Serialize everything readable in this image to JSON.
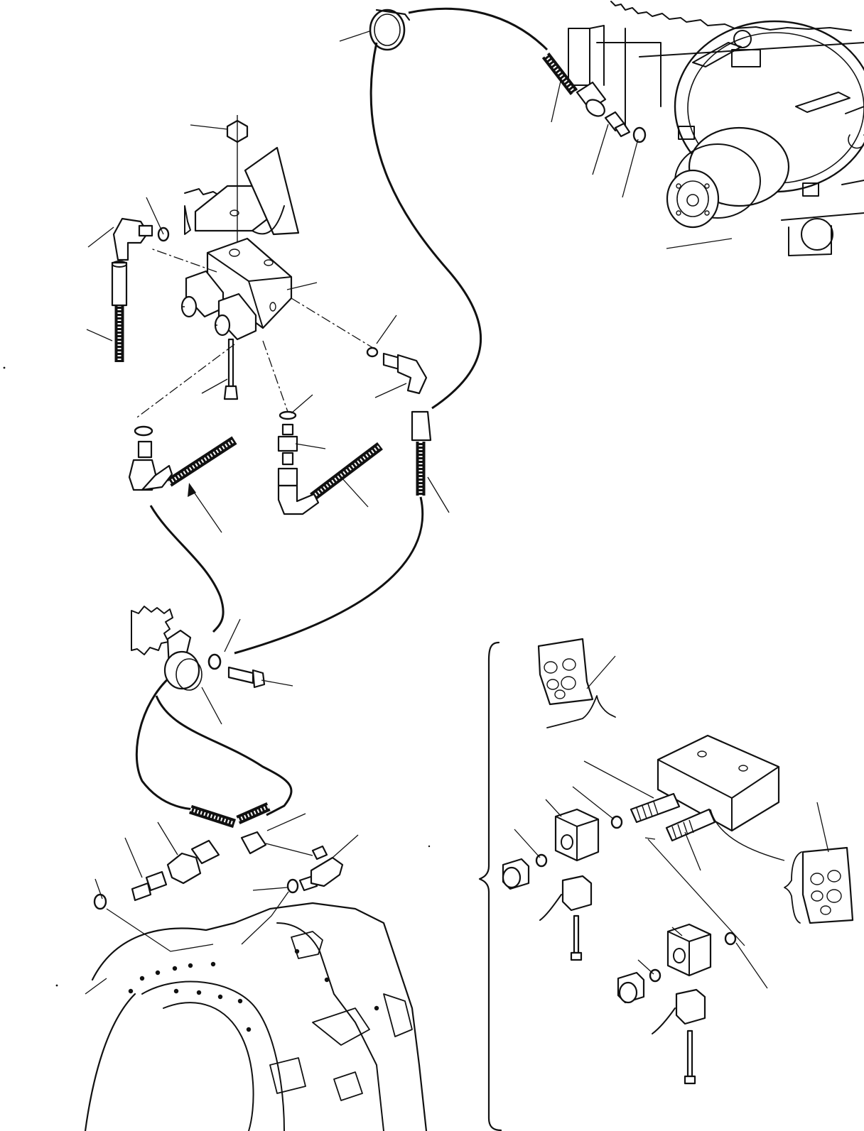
{
  "figure": {
    "colors": {
      "ink": "#111111",
      "paper": "#ffffff"
    },
    "parts": [
      "machine-housing-top-right",
      "transmission-housing-bottom-left",
      "solenoid-valve-block",
      "mounting-bracket",
      "hose-clamp",
      "hydraulic-hoses",
      "elbow-fittings",
      "straight-adapters",
      "o-rings",
      "bolts-and-nuts",
      "exploded-valve-detail",
      "seal-kit-packets"
    ]
  }
}
